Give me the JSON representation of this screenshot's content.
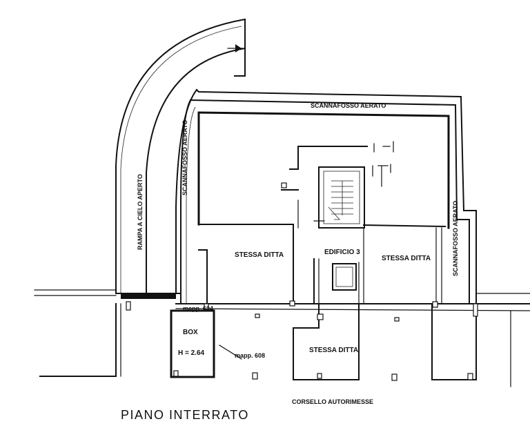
{
  "title": "PIANO INTERRATO",
  "labels": {
    "scannafosso_top": "SCANNAFOSSO AERATO",
    "scannafosso_left": "SCANNAFOSSO AERATO",
    "scannafosso_right": "SCANNAFOSSO AERATO",
    "rampa": "RAMPA A CIELO APERTO",
    "stessa_ditta_left": "STESSA DITTA",
    "stessa_ditta_right": "STESSA DITTA",
    "stessa_ditta_bottom": "STESSA DITTA",
    "edificio": "EDIFICIO 3",
    "box": "BOX",
    "box_height": "H = 2.64",
    "mapp_604": "mapp. 604",
    "mapp_608": "mapp. 608",
    "corsello": "CORSELLO AUTORIMESSE"
  }
}
